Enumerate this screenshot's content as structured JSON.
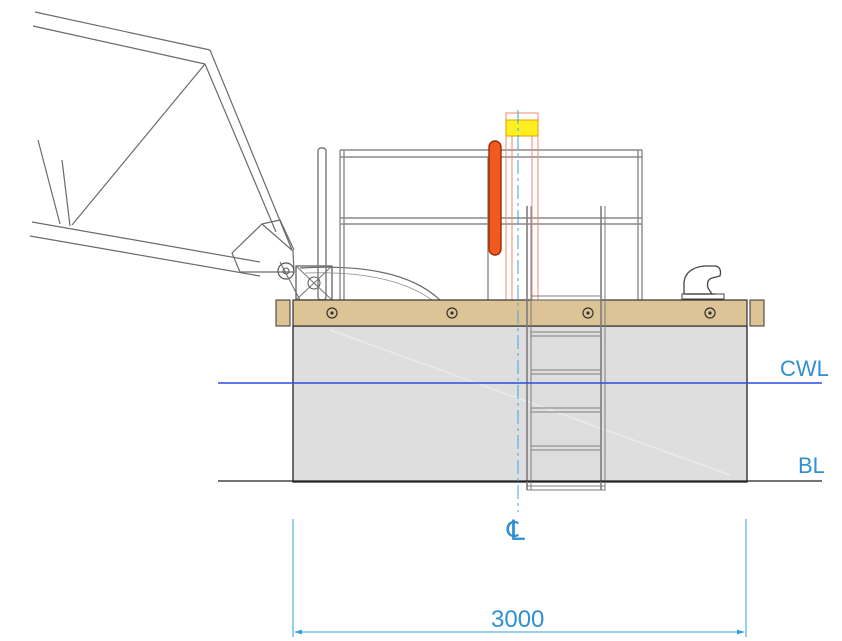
{
  "labels": {
    "waterline": "CWL",
    "baseline": "BL",
    "centerline_symbol": "℄",
    "width_dimension": "3000"
  },
  "colors": {
    "annotation_blue": "#2f8fd2",
    "waterline_blue": "#2a4de0",
    "deck_wood": "#dcc496",
    "hull_fill": "#dedede",
    "spud_orange": "#f05a1e",
    "marker_yellow": "#ffee22",
    "outline": "#222222"
  },
  "icons": [
    "bollard-icon",
    "winch-icon",
    "mooring-cleat-icon"
  ]
}
